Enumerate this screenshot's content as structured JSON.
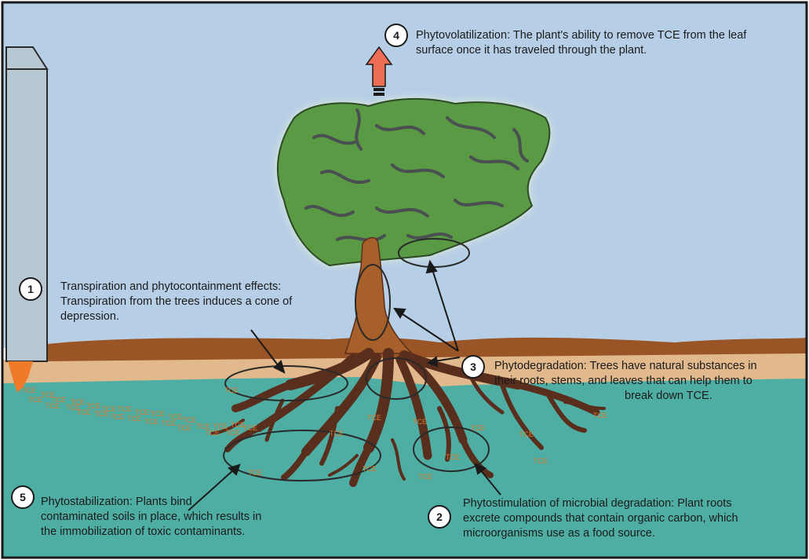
{
  "colors": {
    "sky": "#b7cfe6",
    "ground_surface": "#9a5526",
    "vadose_zone": "#e2b98c",
    "groundwater": "#4faea4",
    "canopy": "#5a9a45",
    "canopy_glow": "#e8f4d0",
    "trunk": "#a8602a",
    "roots": "#5a2e1c",
    "well": "#b8c8d2",
    "plume": "#f07a2a",
    "arrow": "#ee6e55",
    "contaminant_text": "#d9782a"
  },
  "contaminant_label": "TCE",
  "processes": [
    {
      "number": "1",
      "title": "Transpiration and phytocontainment effects:",
      "lines": [
        "Transpiration from the trees induces a cone of",
        "depression."
      ]
    },
    {
      "number": "2",
      "title": "Phytostimulation of microbial degradation:  Plant roots",
      "lines": [
        "excrete compounds that contain organic carbon, which",
        "microorganisms use as a food source."
      ]
    },
    {
      "number": "3",
      "title": "Phytodegradation: Trees have natural substances in",
      "lines": [
        "their roots, stems, and leaves that can help them to",
        "break down TCE."
      ]
    },
    {
      "number": "4",
      "title": "Phytovolatilization: The plant's ability to remove TCE from the leaf",
      "lines": [
        "surface once it has traveled through the plant."
      ]
    },
    {
      "number": "5",
      "title": "Phytostabilization:  Plants bind",
      "lines": [
        "contaminated soils in place, which results in",
        "the immobilization of toxic contaminants."
      ]
    }
  ]
}
